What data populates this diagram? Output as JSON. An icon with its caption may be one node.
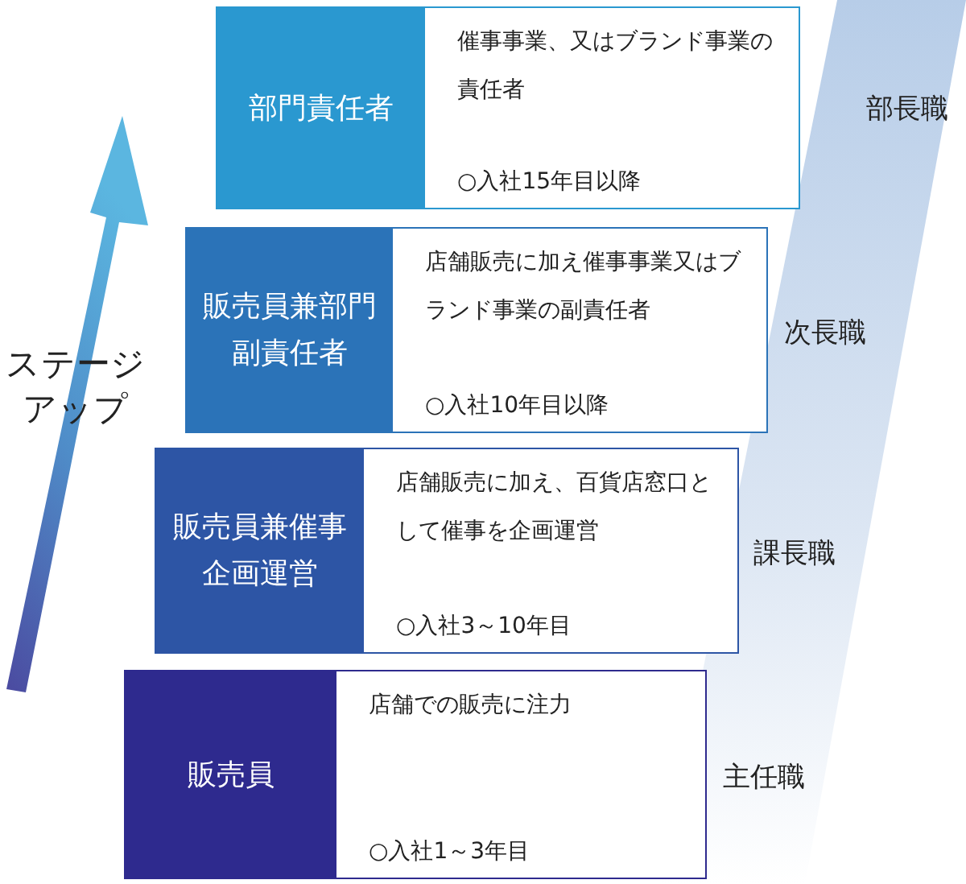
{
  "diagram": {
    "nodes": [
      {
        "text": [
          "部門責任者",
          "催事事業、又はブランド事業の責任者",
          "○入社15年目以降"
        ],
        "beside": [
          "部長職"
        ]
      },
      {
        "text": [
          "販売員兼部門副責任者",
          "店舗販売に加え催事事業又はブランド事業の副責任者",
          "○入社10年目以降"
        ],
        "beside": [
          "次長職"
        ]
      },
      {
        "text": [
          "販売員兼催事企画運営",
          "店舗販売に加え、百貨店窓口として催事を企画運営",
          "○入社3～10年目"
        ],
        "beside": [
          "課長職"
        ]
      },
      {
        "text": [
          "販売員",
          "店舗での販売に注力",
          "○入社1～3年目"
        ],
        "beside": [
          "主任職"
        ]
      }
    ],
    "labels": [
      "ステージアップ"
    ]
  }
}
